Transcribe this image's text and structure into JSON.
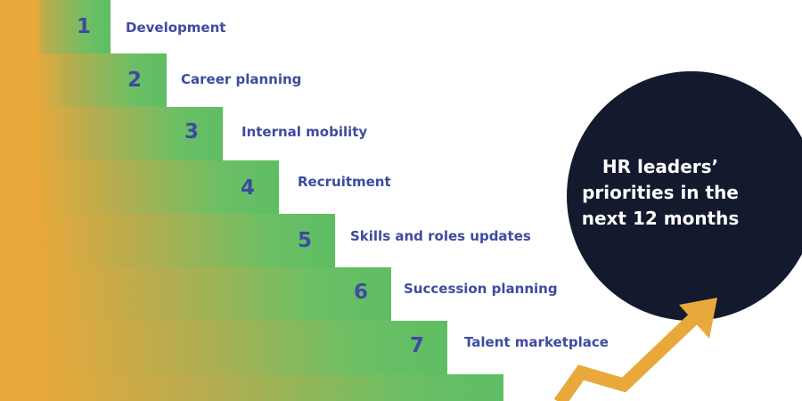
{
  "steps": [
    {
      "number": "1",
      "label": "Development"
    },
    {
      "number": "2",
      "label": "Career planning"
    },
    {
      "number": "3",
      "label": "Internal mobility"
    },
    {
      "number": "4",
      "label": "Recruitment"
    },
    {
      "number": "5",
      "label": "Skills and roles updates"
    },
    {
      "number": "6",
      "label": "Succession planning"
    },
    {
      "number": "7",
      "label": "Talent marketplace"
    }
  ],
  "circle": {
    "title": "HR leaders’ priorities in the next 12 months"
  },
  "colors": {
    "orange": "#e8a83a",
    "green": "#5ebd63",
    "number_blue": "#3e4ba0",
    "circle_navy": "#131a2e",
    "arrow_orange": "#e8a83a"
  }
}
